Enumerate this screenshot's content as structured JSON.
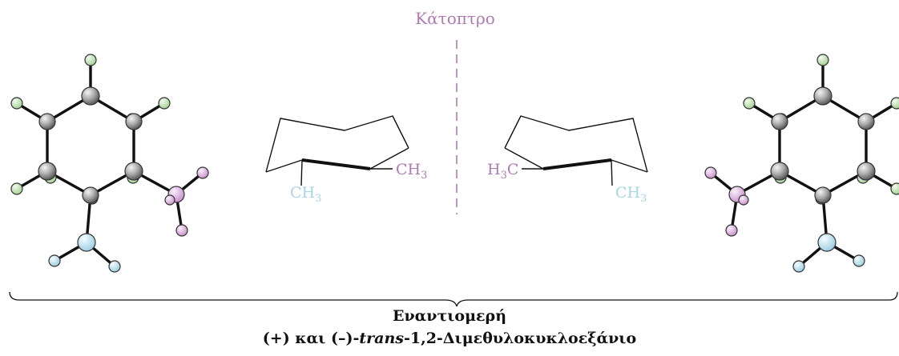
{
  "diagram": {
    "mirror_label": "Κάτοπτρο",
    "left_chair": {
      "substituent_right": "CH",
      "substituent_right_sub": "3",
      "substituent_bottom": "CH",
      "substituent_bottom_sub": "3"
    },
    "right_chair": {
      "substituent_left": "H",
      "substituent_left_sub": "3",
      "substituent_left_tail": "C",
      "substituent_bottom": "CH",
      "substituent_bottom_sub": "3"
    },
    "caption_title": "Εναντιομερή",
    "caption_prefix": "(+) και (–)-",
    "caption_italic": "trans",
    "caption_suffix": "-1,2-Διμεθυλοκυκλοεξάνιο"
  },
  "colors": {
    "mirror": "#b07ab5",
    "carbon": "#9a9a9a",
    "hydrogen_green": "#c2e3b6",
    "methyl_pink": "#d9b1dc",
    "methyl_blue": "#bfe0ee",
    "bond": "#111111"
  }
}
